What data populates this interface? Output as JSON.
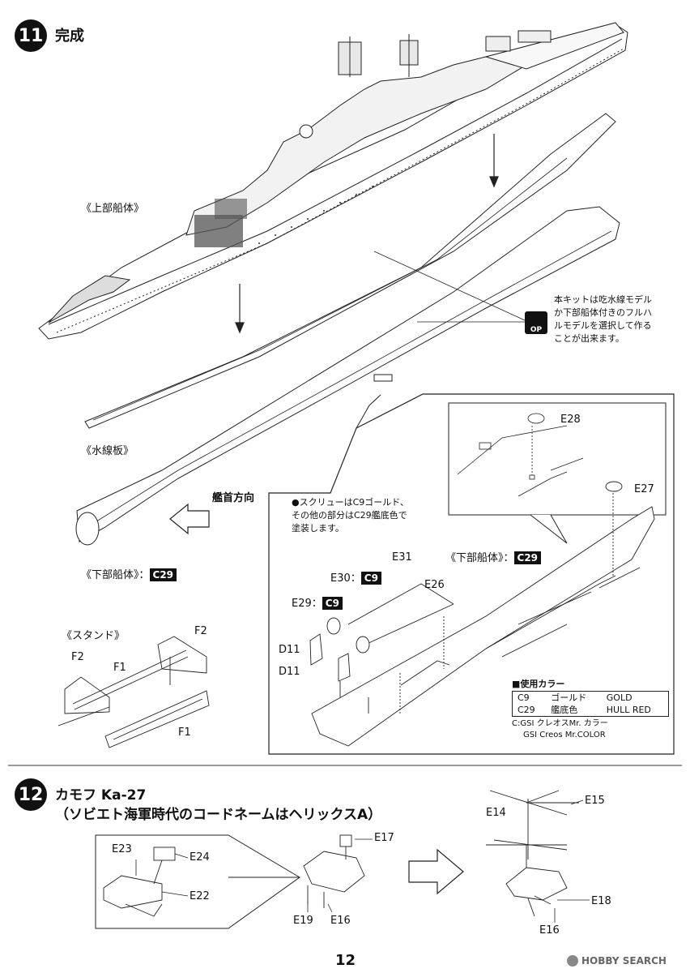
{
  "step11": {
    "number": "11",
    "title": "完成",
    "upper_hull": "《上部船体》",
    "waterline_plate": "《水線板》",
    "lower_hull": "《下部船体》：",
    "lower_hull_detail": "《下部船体》：",
    "lower_hull_color": "C29",
    "stand": "《スタンド》",
    "bow_direction": "艦首方向",
    "option_badge_text": "OP",
    "option_note": [
      "本キットは吃水線モデル",
      "か下部船体付きのフルハ",
      "ルモデルを選択して作る",
      "ことが出来ます。"
    ],
    "screw_note": [
      "●スクリューはC9ゴールド、",
      "その他の部分はC29艦底色で",
      "塗装します。"
    ],
    "parts": {
      "e28": "E28",
      "e27": "E27",
      "e31": "E31",
      "e30": "E30：",
      "e30_color": "C9",
      "e29": "E29：",
      "e29_color": "C9",
      "e26": "E26",
      "d11a": "D11",
      "d11b": "D11",
      "f2a": "F2",
      "f2b": "F2",
      "f1a": "F1",
      "f1b": "F1"
    },
    "colors": {
      "header": "■使用カラー",
      "rows": [
        {
          "code": "C9",
          "jp": "ゴールド",
          "en": "GOLD"
        },
        {
          "code": "C29",
          "jp": "艦底色",
          "en": "HULL RED"
        }
      ],
      "footnote1": "C:GSI クレオスMr. カラー",
      "footnote2": "GSI Creos Mr.COLOR"
    }
  },
  "step12": {
    "number": "12",
    "title_line1": "カモフ Ka-27",
    "title_line2": "（ソビエト海軍時代のコードネームはヘリックスA）",
    "parts": {
      "e23": "E23",
      "e24": "E24",
      "e22": "E22",
      "e17": "E17",
      "e19": "E19",
      "e16a": "E16",
      "e14": "E14",
      "e15": "E15",
      "e18": "E18",
      "e16b": "E16"
    }
  },
  "page_number": "12",
  "watermark": "HOBBY SEARCH"
}
